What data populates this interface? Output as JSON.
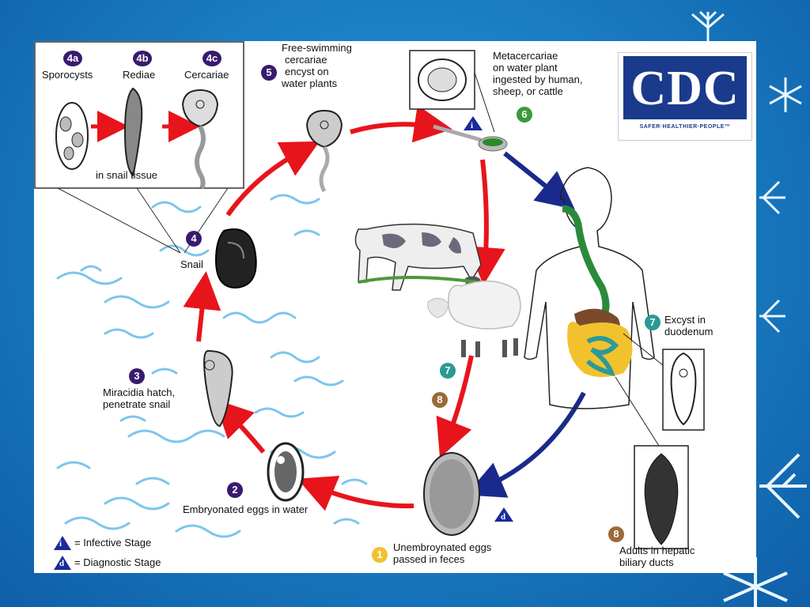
{
  "logo": {
    "name": "CDC",
    "tagline": "SAFER·HEALTHIER·PEOPLE™"
  },
  "inset": {
    "stage_4a": {
      "badge": "4a",
      "label": "Sporocysts"
    },
    "stage_4b": {
      "badge": "4b",
      "label": "Rediae"
    },
    "stage_4c": {
      "badge": "4c",
      "label": "Cercariae"
    },
    "caption": "in snail tissue"
  },
  "stages": {
    "s5": {
      "badge": "5",
      "line1": "Free-swimming",
      "line2": "cercariae",
      "line3": "encyst on",
      "line4": "water plants"
    },
    "s6": {
      "badge": "6",
      "line1": "Metacercariae",
      "line2": "on water plant",
      "line3": "ingested by human,",
      "line4": "sheep, or cattle"
    },
    "s4": {
      "badge": "4",
      "label": "Snail"
    },
    "s3": {
      "badge": "3",
      "line1": "Miracidia hatch,",
      "line2": "penetrate snail"
    },
    "s2": {
      "badge": "2",
      "label": "Embryonated eggs in water"
    },
    "s1": {
      "badge": "1",
      "line1": "Unembroynated eggs",
      "line2": "passed in feces"
    },
    "s7": {
      "badge": "7",
      "line1": "Excyst in",
      "line2": "duodenum"
    },
    "s7b": {
      "badge": "7"
    },
    "s8": {
      "badge": "8",
      "line1": "Adults in hepatic",
      "line2": "biliary ducts"
    },
    "s8b": {
      "badge": "8"
    }
  },
  "legend": {
    "infective": {
      "symbol": "i",
      "label": "= Infective Stage"
    },
    "diagnostic": {
      "symbol": "d",
      "label": "= Diagnostic Stage"
    }
  },
  "colors": {
    "red_arrow": "#e8141b",
    "blue_arrow": "#1a2a8c",
    "water": "#7cc6ec"
  }
}
